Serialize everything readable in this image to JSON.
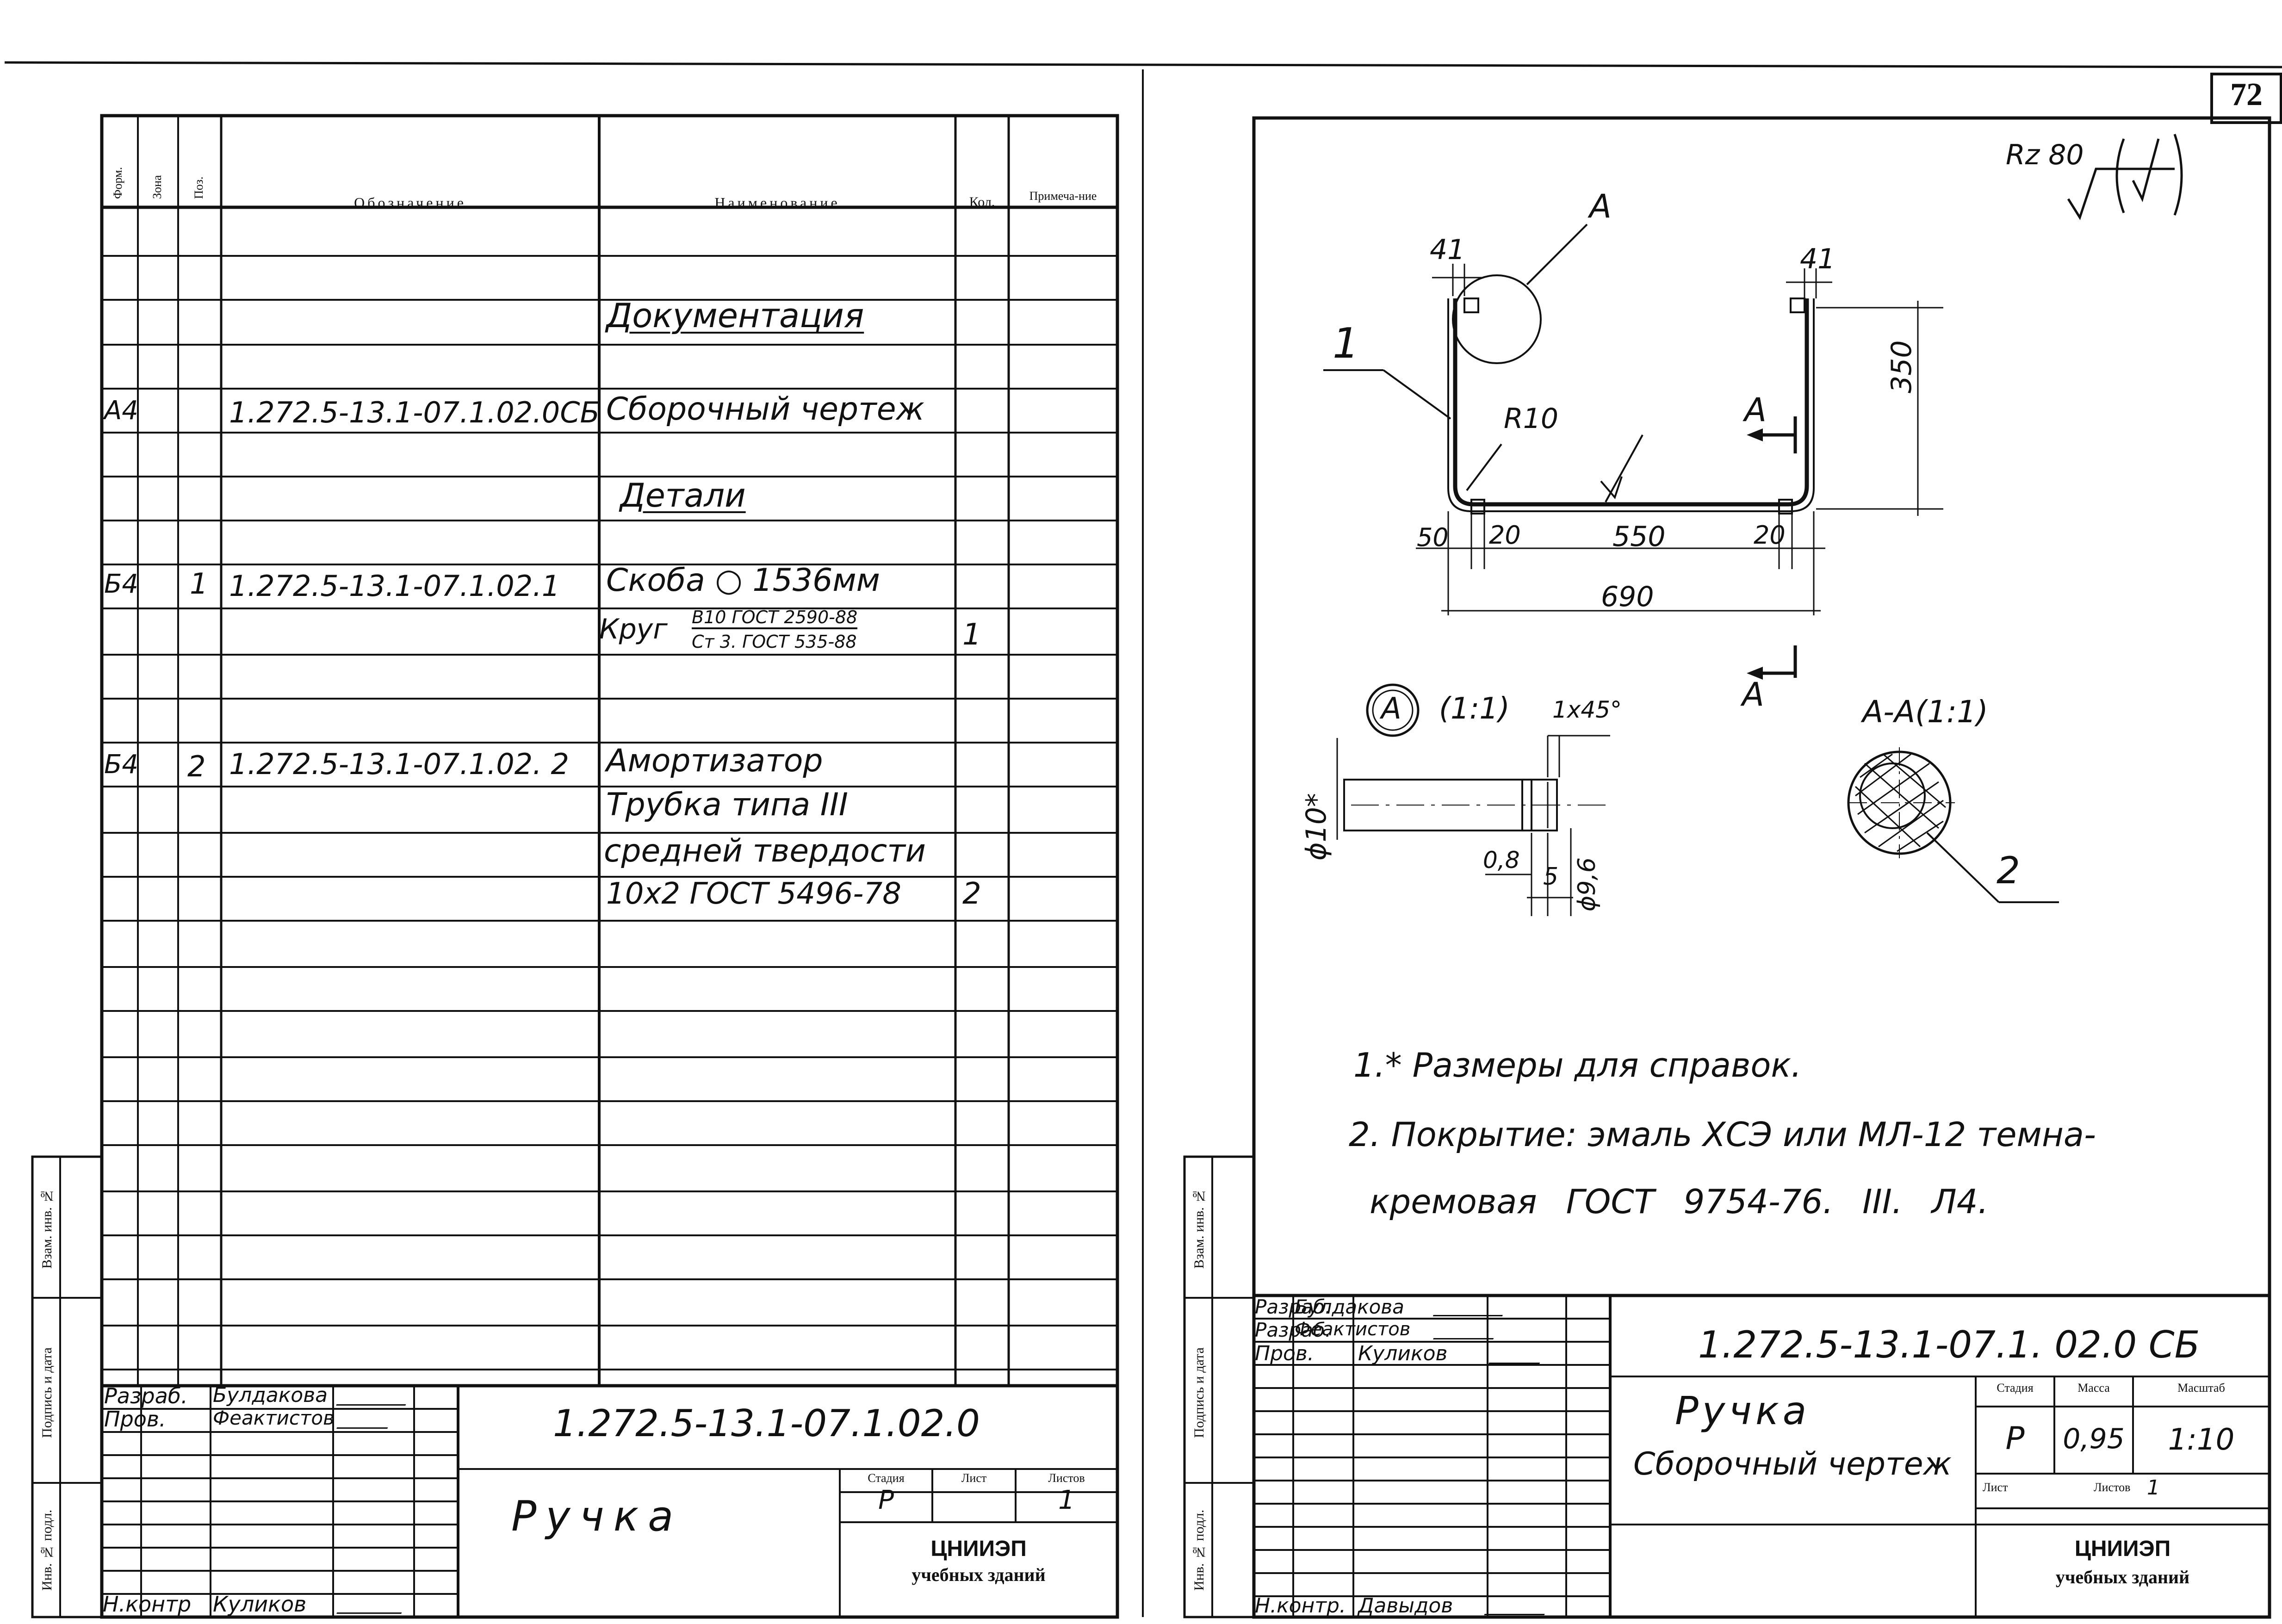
{
  "page_number": "72",
  "spec": {
    "headers": {
      "format": "Форм.",
      "zone": "Зона",
      "pos": "Поз.",
      "designation": "Обозначение",
      "name": "Наименование",
      "qty": "Кол.",
      "note": "Примеча-ние"
    },
    "rows": [
      {
        "format": "",
        "pos": "",
        "designation": "",
        "name": "Документация",
        "qty": ""
      },
      {
        "format": "А4",
        "pos": "",
        "designation": "1.272.5-13.1-07.1.02.0СБ",
        "name": "Сборочный чертеж",
        "qty": ""
      },
      {
        "format": "",
        "pos": "",
        "designation": "",
        "name": "Детали",
        "qty": ""
      },
      {
        "format": "Б4",
        "pos": "1",
        "designation": "1.272.5-13.1-07.1.02.1",
        "name": "Скоба ○ 1536мм",
        "qty": ""
      },
      {
        "format": "",
        "pos": "",
        "designation": "",
        "name": "Круг",
        "frac_top": "В10 ГОСТ 2590-88",
        "frac_bottom": "Ст 3. ГОСТ 535-88",
        "qty": "1"
      },
      {
        "format": "Б4",
        "pos": "2",
        "designation": "1.272.5-13.1-07.1.02. 2",
        "name": "Амортизатор",
        "qty": ""
      },
      {
        "format": "",
        "pos": "",
        "designation": "",
        "name": "Трубка типа III",
        "qty": ""
      },
      {
        "format": "",
        "pos": "",
        "designation": "",
        "name": "средней твердости",
        "qty": ""
      },
      {
        "format": "",
        "pos": "",
        "designation": "",
        "name": "10x2 ГОСТ 5496-78",
        "qty": "2"
      }
    ],
    "side_labels": {
      "vzam": "Взам. инв. №",
      "podpis": "Подпись и дата",
      "inv": "Инв. № подл."
    },
    "title_block": {
      "razrab_label": "Разраб.",
      "razrab_name": "Булдакова",
      "prov_label": "Пров.",
      "prov_name": "Феактистов",
      "nkontr_label": "Н.контр",
      "nkontr_name": "Куликов",
      "doc_number": "1.272.5-13.1-07.1.02.0",
      "title": "Ручка",
      "stadia_label": "Стадия",
      "list_label": "Лист",
      "listov_label": "Листов",
      "stadia": "Р",
      "listov": "1",
      "org1": "ЦНИИЭП",
      "org2": "учебных зданий"
    }
  },
  "drawing": {
    "roughness": "Rz 80",
    "dims": {
      "d41a": "41",
      "d41b": "41",
      "d350": "350",
      "r10": "R10",
      "d50": "50",
      "d20a": "20",
      "d550": "550",
      "d20b": "20",
      "d690": "690",
      "callout_a": "А",
      "section_a1": "А",
      "section_a2": "А",
      "pos1": "1",
      "pos2": "2",
      "detail_a": "А",
      "detail_scale": "(1:1)",
      "chamfer": "1x45°",
      "phi10": "ϕ10*",
      "d08": "0,8",
      "d5": "5",
      "phi96": "ϕ9,6",
      "section_label": "А-А(1:1)"
    },
    "notes": [
      "1.* Размеры для справок.",
      "2. Покрытие: эмаль ХСЭ или МЛ-12 темна-",
      "кремовая ГОСТ 9754-76. III. Л4."
    ],
    "side_labels": {
      "vzam": "Взам. инв. №",
      "podpis": "Подпись и дата",
      "inv": "Инв. № подл."
    },
    "title_block": {
      "razrab_label": "Разраб.",
      "razrab_name": "Булдакова",
      "razrab2_label": "Разраб.",
      "razrab2_name": "Феактистов",
      "prov_label": "Пров.",
      "prov_name": "Куликов",
      "nkontr_label": "Н.контр.",
      "nkontr_name": "Давыдов",
      "doc_number": "1.272.5-13.1-07.1. 02.0 СБ",
      "title1": "Ручка",
      "title2": "Сборочный чертеж",
      "stadia_label": "Стадия",
      "massa_label": "Масса",
      "masshtab_label": "Масштаб",
      "stadia": "Р",
      "massa": "0,95",
      "masshtab": "1:10",
      "list_label": "Лист",
      "listov_label": "Листов",
      "listov": "1",
      "org1": "ЦНИИЭП",
      "org2": "учебных зданий"
    }
  }
}
